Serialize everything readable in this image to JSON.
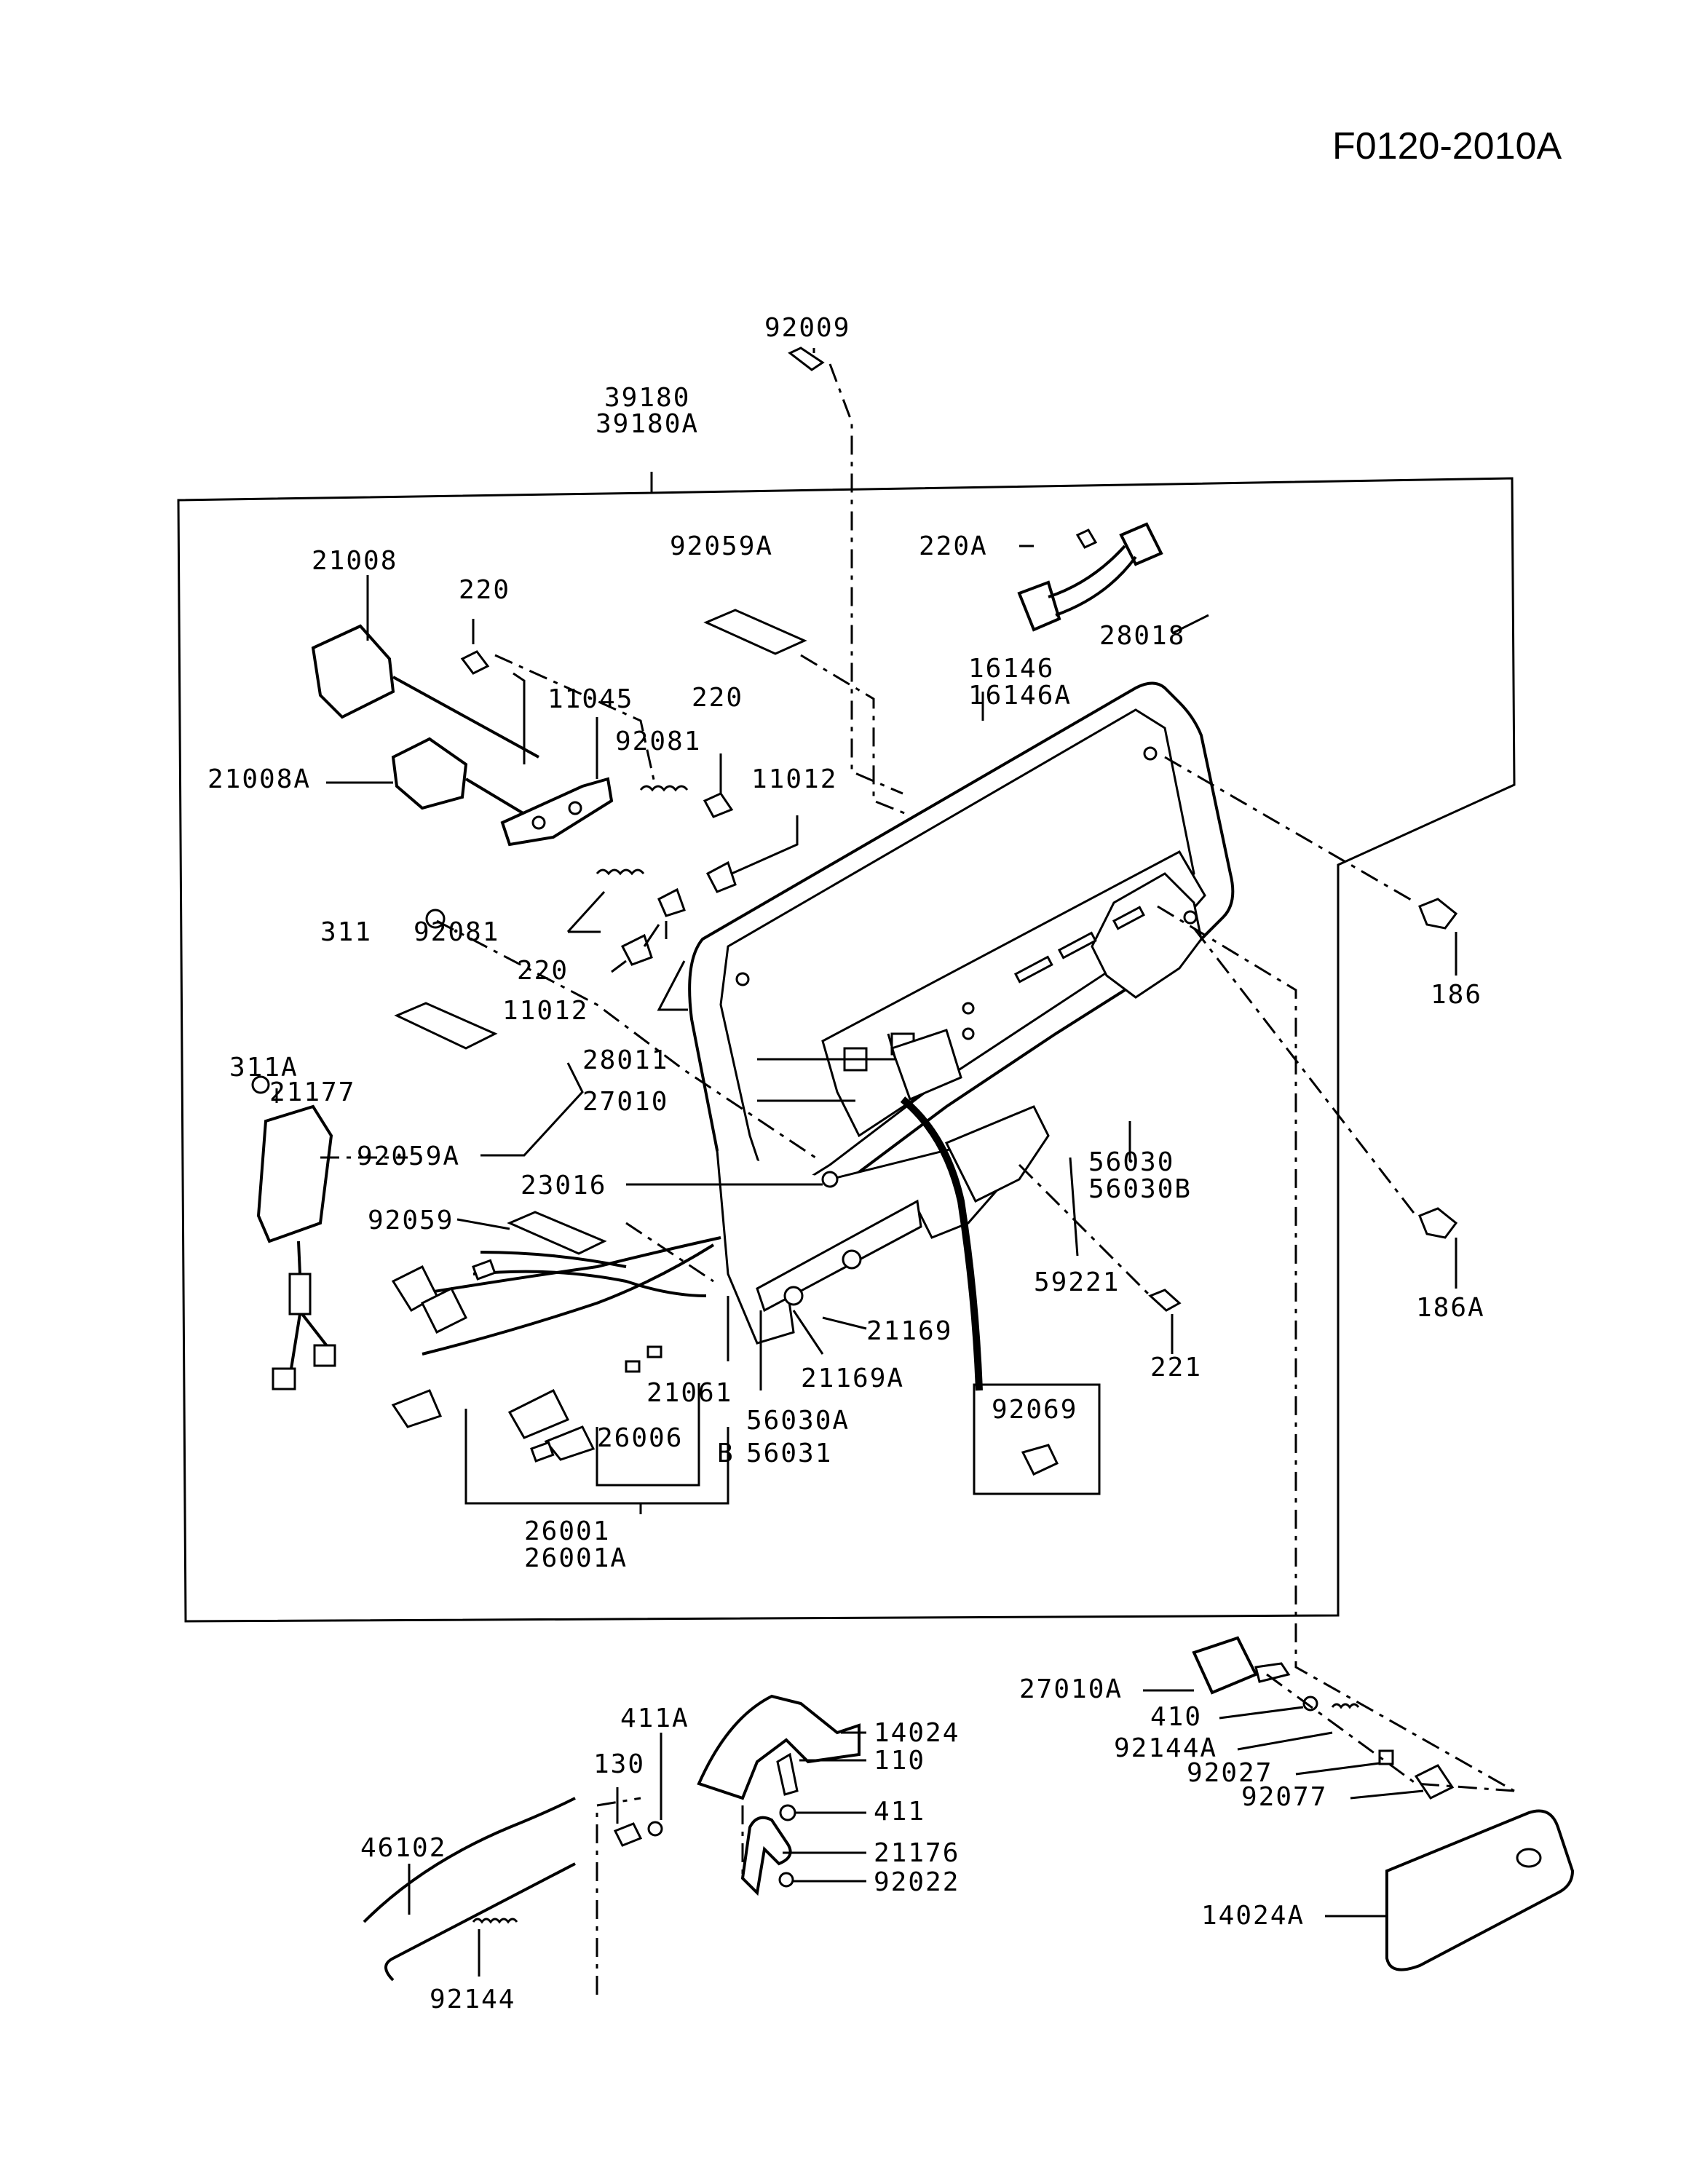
{
  "title": "F0120-2010A",
  "labels": {
    "l_92009": "92009",
    "l_39180": "39180",
    "l_39180A": "39180A",
    "l_21008": "21008",
    "l_220_top": "220",
    "l_92059A_top": "92059A",
    "l_220A": "220A",
    "l_28018": "28018",
    "l_11045": "11045",
    "l_220_mid": "220",
    "l_16146": "16146",
    "l_16146A": "16146A",
    "l_92081_top": "92081",
    "l_11012_top": "11012",
    "l_21008A": "21008A",
    "l_311": "311",
    "l_92081_bot": "92081",
    "l_186": "186",
    "l_220_bot": "220",
    "l_11012_bot": "11012",
    "l_311A": "311A",
    "l_21177": "21177",
    "l_28011": "28011",
    "l_27010": "27010",
    "l_92059A_left": "92059A",
    "l_56030": "56030",
    "l_56030B": "56030B",
    "l_23016": "23016",
    "l_92059": "92059",
    "l_186A": "186A",
    "l_59221": "59221",
    "l_21169": "21169",
    "l_221": "221",
    "l_21169A": "21169A",
    "l_21061": "21061",
    "l_92069": "92069",
    "l_56030A": "56030A",
    "l_26006": "26006",
    "l_B": "B",
    "l_56031": "56031",
    "l_26001": "26001",
    "l_26001A": "26001A",
    "l_27010A": "27010A",
    "l_410": "410",
    "l_411A": "411A",
    "l_14024": "14024",
    "l_130": "130",
    "l_110": "110",
    "l_92144A": "92144A",
    "l_92027": "92027",
    "l_411": "411",
    "l_92077": "92077",
    "l_46102": "46102",
    "l_21176": "21176",
    "l_92022": "92022",
    "l_14024A": "14024A",
    "l_92144": "92144"
  }
}
